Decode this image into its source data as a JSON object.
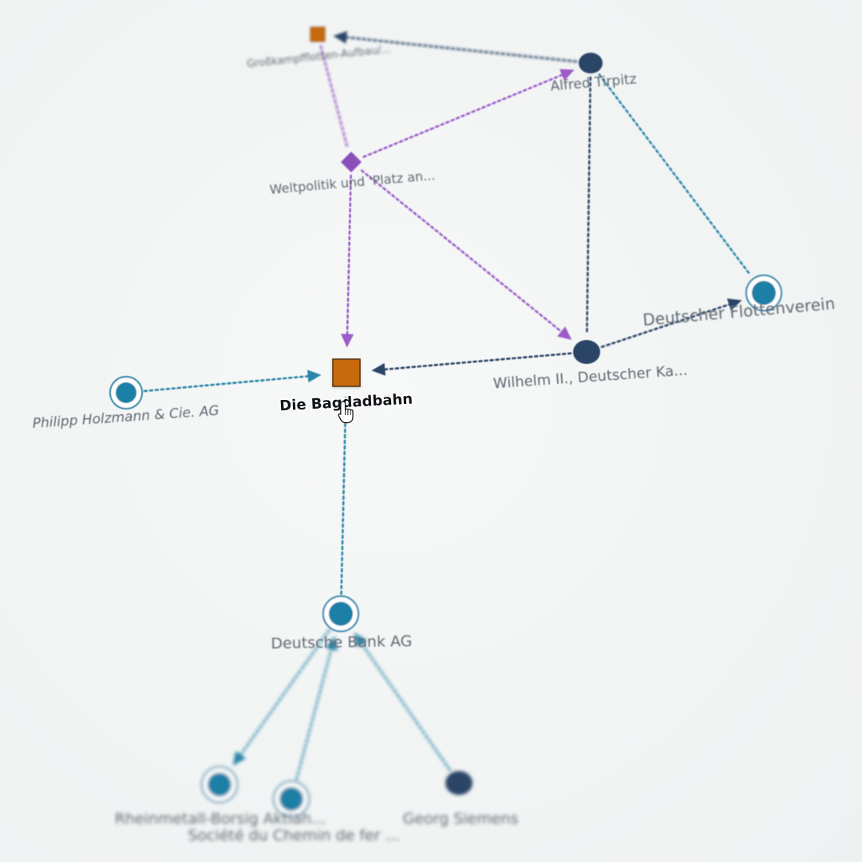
{
  "graph": {
    "colors": {
      "background": "#f3f5f5",
      "event_orange": "#c8690f",
      "concept_purple": "#8a4fb8",
      "person_navy": "#2a4466",
      "org_teal": "#1f7fa6",
      "edge_purple": "#9a5cc8",
      "edge_navy": "#2a4466",
      "edge_teal": "#2a86a8",
      "label_text": "#5f6870",
      "focus_label_text": "#111418"
    },
    "nodes": [
      {
        "id": "grosskampf",
        "label": "Großkampfflotten-Aufbau/...",
        "kind": "event",
        "shape": "square"
      },
      {
        "id": "tirpitz",
        "label": "Alfred Tirpitz",
        "kind": "person",
        "shape": "circle"
      },
      {
        "id": "weltpolitik",
        "label": "Weltpolitik und 'Platz an...",
        "kind": "concept",
        "shape": "diamond"
      },
      {
        "id": "flottenverein",
        "label": "Deutscher Flottenverein",
        "kind": "organization",
        "shape": "ringed-circle"
      },
      {
        "id": "bagdadbahn",
        "label": "Die Bagdadbahn",
        "kind": "event",
        "shape": "square",
        "focused": true
      },
      {
        "id": "wilhelm",
        "label": "Wilhelm II., Deutscher Ka...",
        "kind": "person",
        "shape": "circle"
      },
      {
        "id": "holzmann",
        "label": "Philipp Holzmann & Cie. AG",
        "kind": "organization",
        "shape": "ringed-circle"
      },
      {
        "id": "deutschebank",
        "label": "Deutsche Bank AG",
        "kind": "organization",
        "shape": "ringed-circle"
      },
      {
        "id": "rheinmetall",
        "label": "Rheinmetall-Borsig Aktiah...",
        "kind": "organization",
        "shape": "ringed-circle"
      },
      {
        "id": "societe",
        "label": "Société du Chemin de fer ...",
        "kind": "organization",
        "shape": "ringed-circle"
      },
      {
        "id": "siemens",
        "label": "Georg Siemens",
        "kind": "person",
        "shape": "circle"
      }
    ],
    "edges": [
      {
        "from": "tirpitz",
        "to": "grosskampf",
        "color": "edge_navy"
      },
      {
        "from": "grosskampf",
        "to": "weltpolitik",
        "color": "edge_purple",
        "arrow": false
      },
      {
        "from": "weltpolitik",
        "to": "tirpitz",
        "color": "edge_purple"
      },
      {
        "from": "weltpolitik",
        "to": "bagdadbahn",
        "color": "edge_purple"
      },
      {
        "from": "weltpolitik",
        "to": "wilhelm",
        "color": "edge_purple"
      },
      {
        "from": "tirpitz",
        "to": "wilhelm",
        "color": "edge_navy",
        "arrow": false
      },
      {
        "from": "tirpitz",
        "to": "flottenverein",
        "color": "edge_teal",
        "arrow": false
      },
      {
        "from": "wilhelm",
        "to": "flottenverein",
        "color": "edge_navy"
      },
      {
        "from": "wilhelm",
        "to": "bagdadbahn",
        "color": "edge_navy"
      },
      {
        "from": "holzmann",
        "to": "bagdadbahn",
        "color": "edge_teal"
      },
      {
        "from": "deutschebank",
        "to": "bagdadbahn",
        "color": "edge_teal",
        "arrow": false
      },
      {
        "from": "deutschebank",
        "to": "rheinmetall",
        "color": "edge_teal"
      },
      {
        "from": "societe",
        "to": "deutschebank",
        "color": "edge_teal"
      },
      {
        "from": "siemens",
        "to": "deutschebank",
        "color": "edge_teal"
      }
    ],
    "cursor": "pointer-hand-icon"
  }
}
